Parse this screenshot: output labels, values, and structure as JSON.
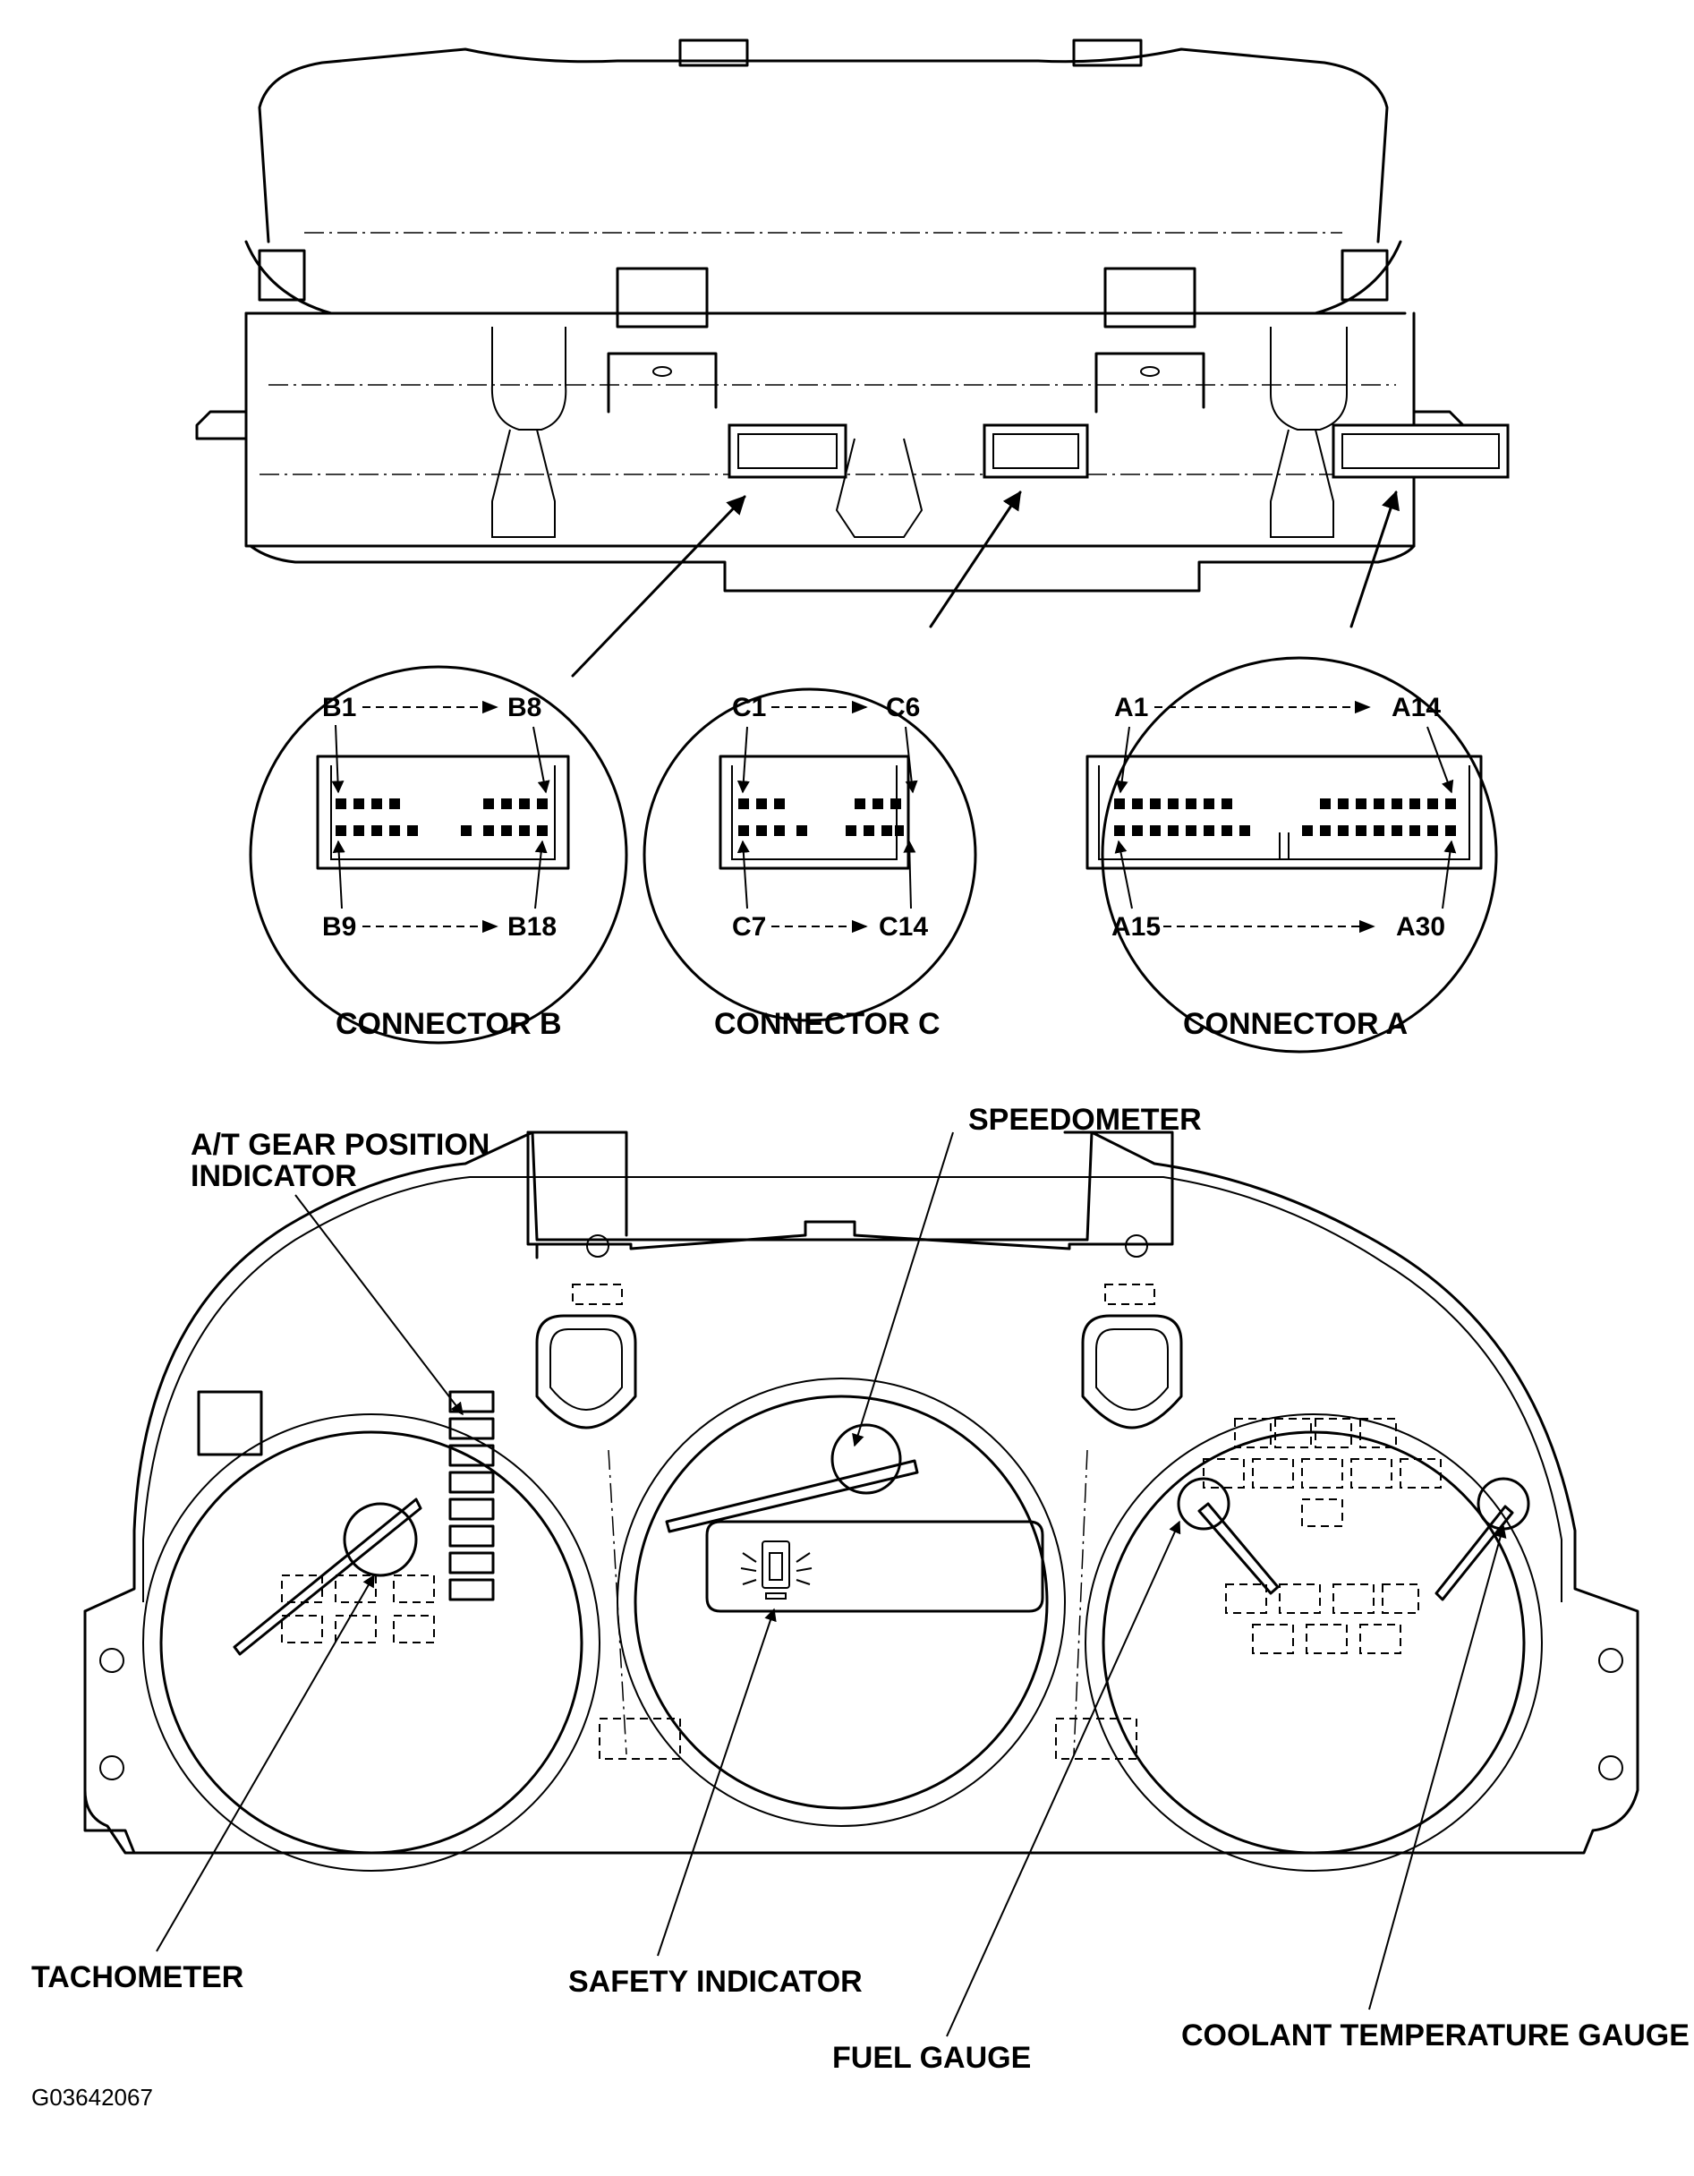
{
  "connectors": {
    "b": {
      "title": "CONNECTOR B",
      "top_first": "B1",
      "top_last": "B8",
      "bottom_first": "B9",
      "bottom_last": "B18"
    },
    "c": {
      "title": "CONNECTOR C",
      "top_first": "C1",
      "top_last": "C6",
      "bottom_first": "C7",
      "bottom_last": "C14"
    },
    "a": {
      "title": "CONNECTOR A",
      "top_first": "A1",
      "top_last": "A14",
      "bottom_first": "A15",
      "bottom_last": "A30"
    }
  },
  "callouts": {
    "gear_line1": "A/T GEAR POSITION",
    "gear_line2": "INDICATOR",
    "speedometer": "SPEEDOMETER",
    "tachometer": "TACHOMETER",
    "safety": "SAFETY INDICATOR",
    "fuel": "FUEL GAUGE",
    "coolant": "COOLANT TEMPERATURE GAUGE"
  },
  "figure_id": "G03642067"
}
